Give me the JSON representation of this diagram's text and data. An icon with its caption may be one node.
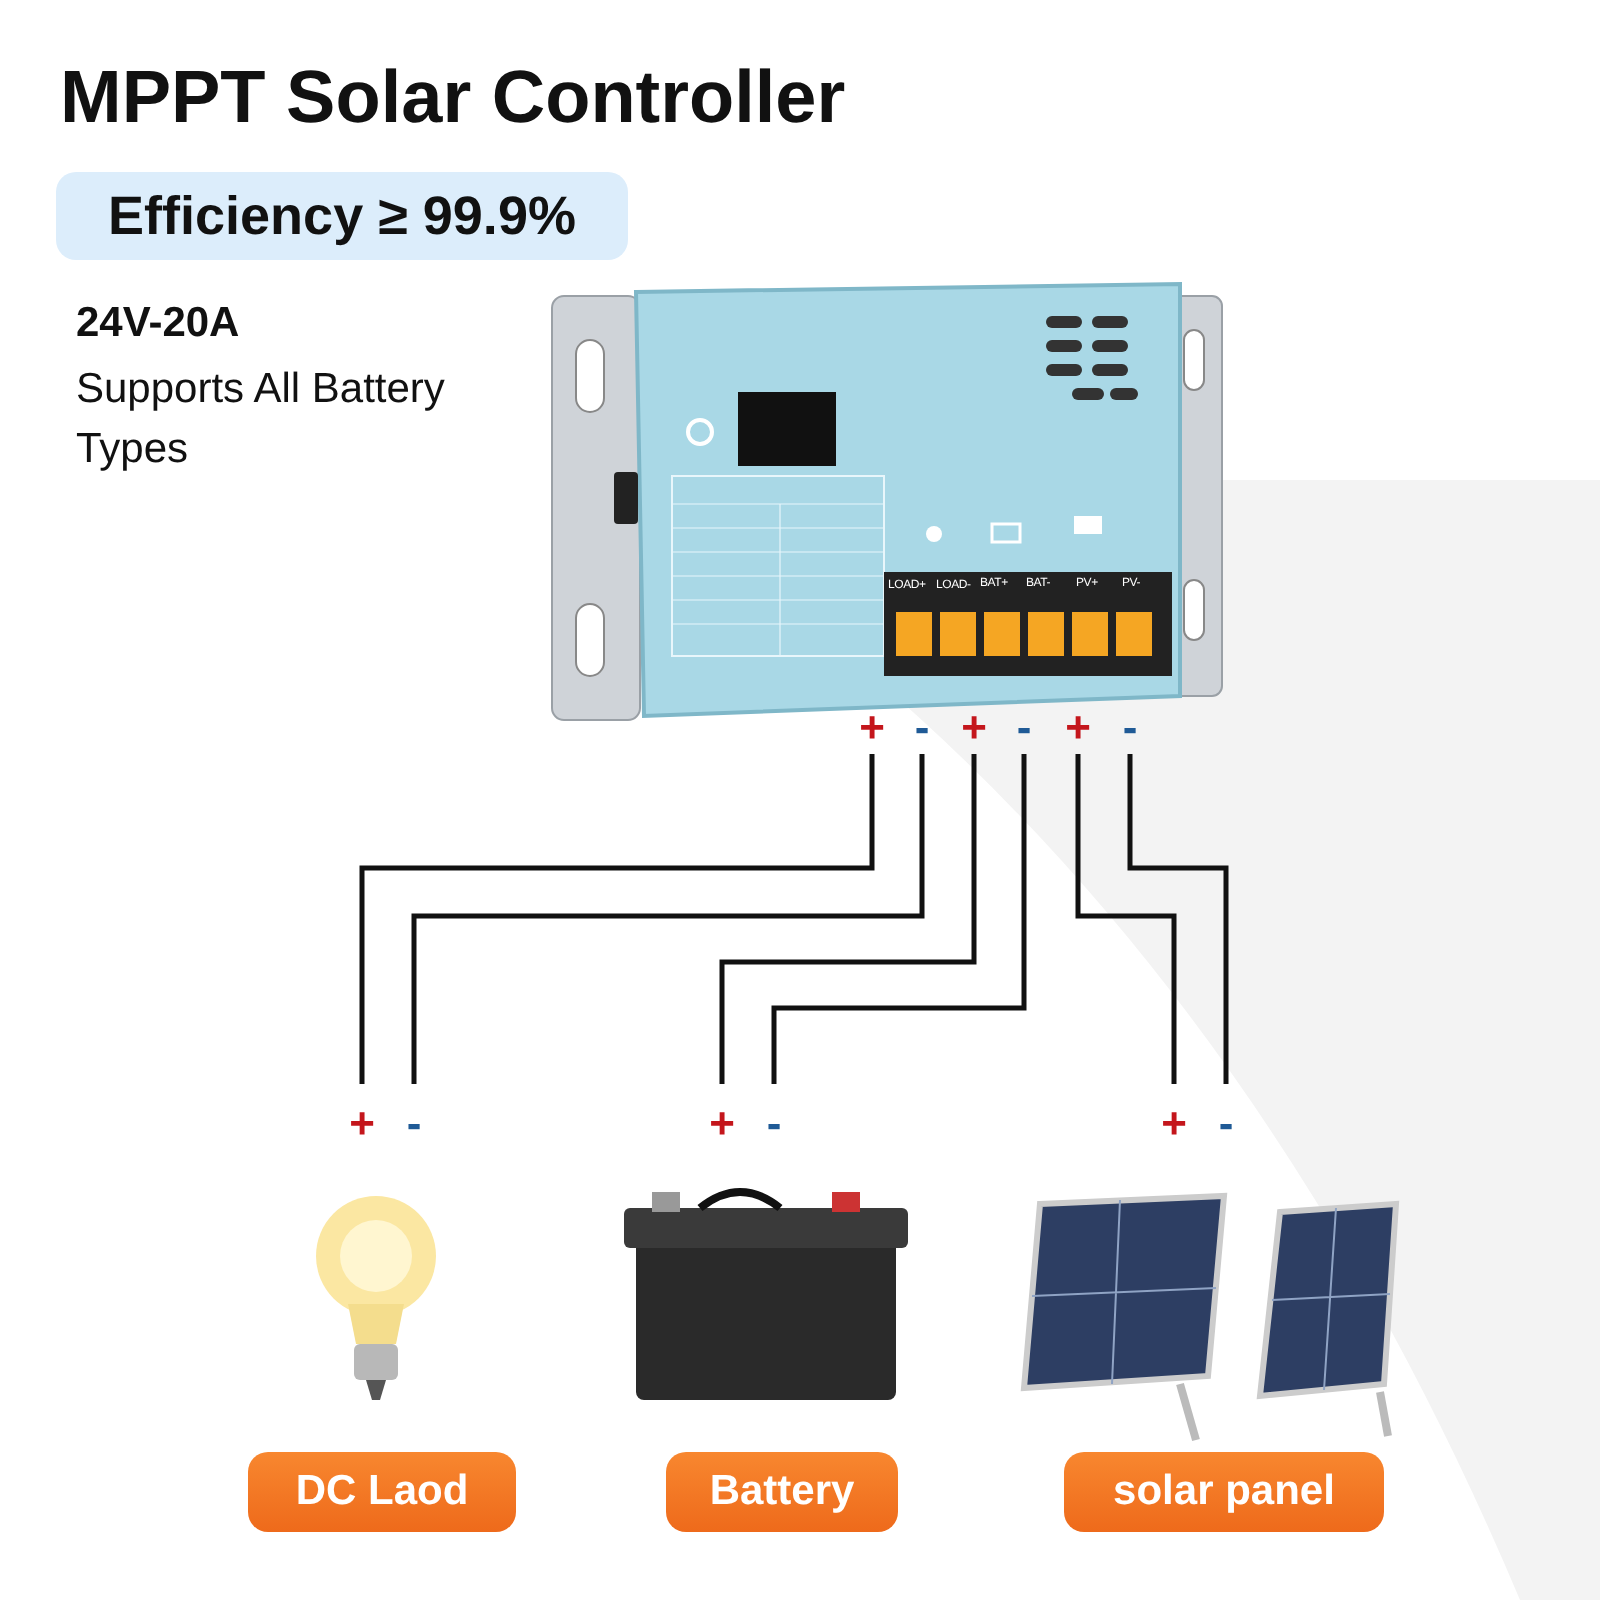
{
  "diagram": {
    "title": "MPPT Solar Controller",
    "nodes": [
      {
        "text": [
          "Efficiency ≥ 99.9%"
        ]
      },
      {
        "text": [
          "+"
        ]
      },
      {
        "text": [
          "-"
        ]
      },
      {
        "text": [
          "+"
        ]
      },
      {
        "text": [
          "-"
        ]
      },
      {
        "text": [
          "+"
        ]
      },
      {
        "text": [
          "-"
        ]
      },
      {
        "text": [
          "+"
        ]
      },
      {
        "text": [
          "-"
        ]
      },
      {
        "text": [
          "+"
        ]
      },
      {
        "text": [
          "-"
        ]
      },
      {
        "text": [
          "+"
        ]
      },
      {
        "text": [
          "-"
        ]
      },
      {
        "text": [
          "DC Laod"
        ]
      },
      {
        "text": [
          "Battery"
        ]
      },
      {
        "text": [
          "solar panel"
        ]
      }
    ],
    "edges": [
      {
        "from": 1,
        "to": 7,
        "arrow": "none"
      },
      {
        "from": 2,
        "to": 8,
        "arrow": "none"
      },
      {
        "from": 3,
        "to": 9,
        "arrow": "none"
      },
      {
        "from": 4,
        "to": 10,
        "arrow": "none"
      },
      {
        "from": 5,
        "to": 11,
        "arrow": "none"
      },
      {
        "from": 6,
        "to": 12,
        "arrow": "none"
      }
    ],
    "labels": [
      "24V-20A",
      "Supports All Battery Types",
      "LOAD+",
      "LOAD-",
      "BAT+",
      "BAT-",
      "PV+",
      "PV-"
    ]
  }
}
